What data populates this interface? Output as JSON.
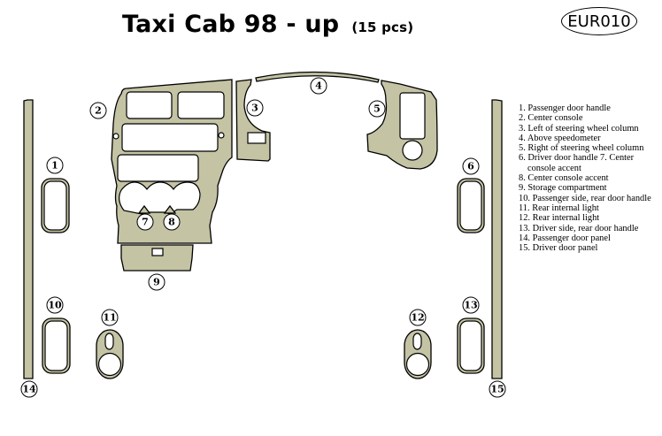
{
  "header": {
    "title": "Taxi Cab  98 - up",
    "piece_count": "(15  pcs)",
    "part_code": "EUR010"
  },
  "colors": {
    "part_fill": "#C4C3A4",
    "outline": "#000000",
    "background": "#FFFFFF"
  },
  "callouts": {
    "c1": "1",
    "c2": "2",
    "c3": "3",
    "c4": "4",
    "c5": "5",
    "c6": "6",
    "c7": "7",
    "c8": "8",
    "c9": "9",
    "c10": "10",
    "c11": "11",
    "c12": "12",
    "c13": "13",
    "c14": "14",
    "c15": "15"
  },
  "legend": [
    "1. Passenger door handle",
    "2. Center console",
    "3. Left of steering wheel column",
    "4. Above speedometer",
    "5. Right of steering wheel column",
    "6. Driver door handle 7. Center console accent",
    "8. Center console accent",
    "9. Storage compartment",
    "10. Passenger side, rear door handle",
    "11. Rear internal light",
    "12. Rear internal light",
    "13. Driver side, rear door handle",
    "14. Passenger door panel",
    "15. Driver door panel"
  ]
}
